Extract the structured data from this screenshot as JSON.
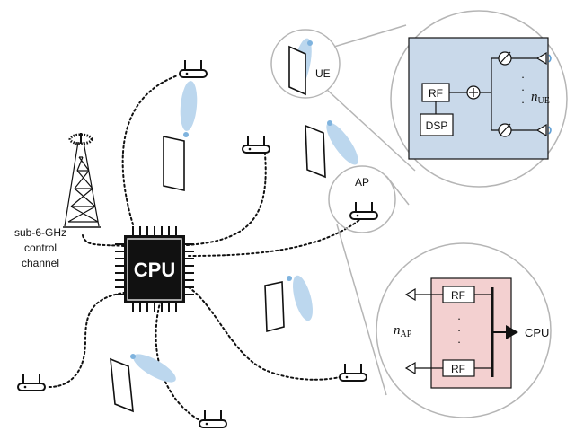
{
  "labels": {
    "control_line1": "sub-6-GHz",
    "control_line2": "control",
    "control_line3": "channel",
    "cpu": "CPU",
    "ue": "UE",
    "ap": "AP",
    "n_ue_main": "n",
    "n_ue_sub": "UE",
    "n_ap_main": "n",
    "n_ap_sub": "AP",
    "rf": "RF",
    "dsp": "DSP",
    "ellipsis": "·",
    "cpu_out": "CPU"
  },
  "colors": {
    "ue_panel": "#c9d9ea",
    "ap_panel": "#f3d0d0",
    "beam": "#bcd7ee",
    "cpu_fill": "#111111",
    "zoom_circle": "#b5b5b5"
  },
  "icons": [
    "cell-tower-icon",
    "cpu-chip-icon",
    "access-point-icon",
    "user-equipment-icon",
    "phase-shifter-icon",
    "antenna-icon",
    "adder-icon"
  ]
}
